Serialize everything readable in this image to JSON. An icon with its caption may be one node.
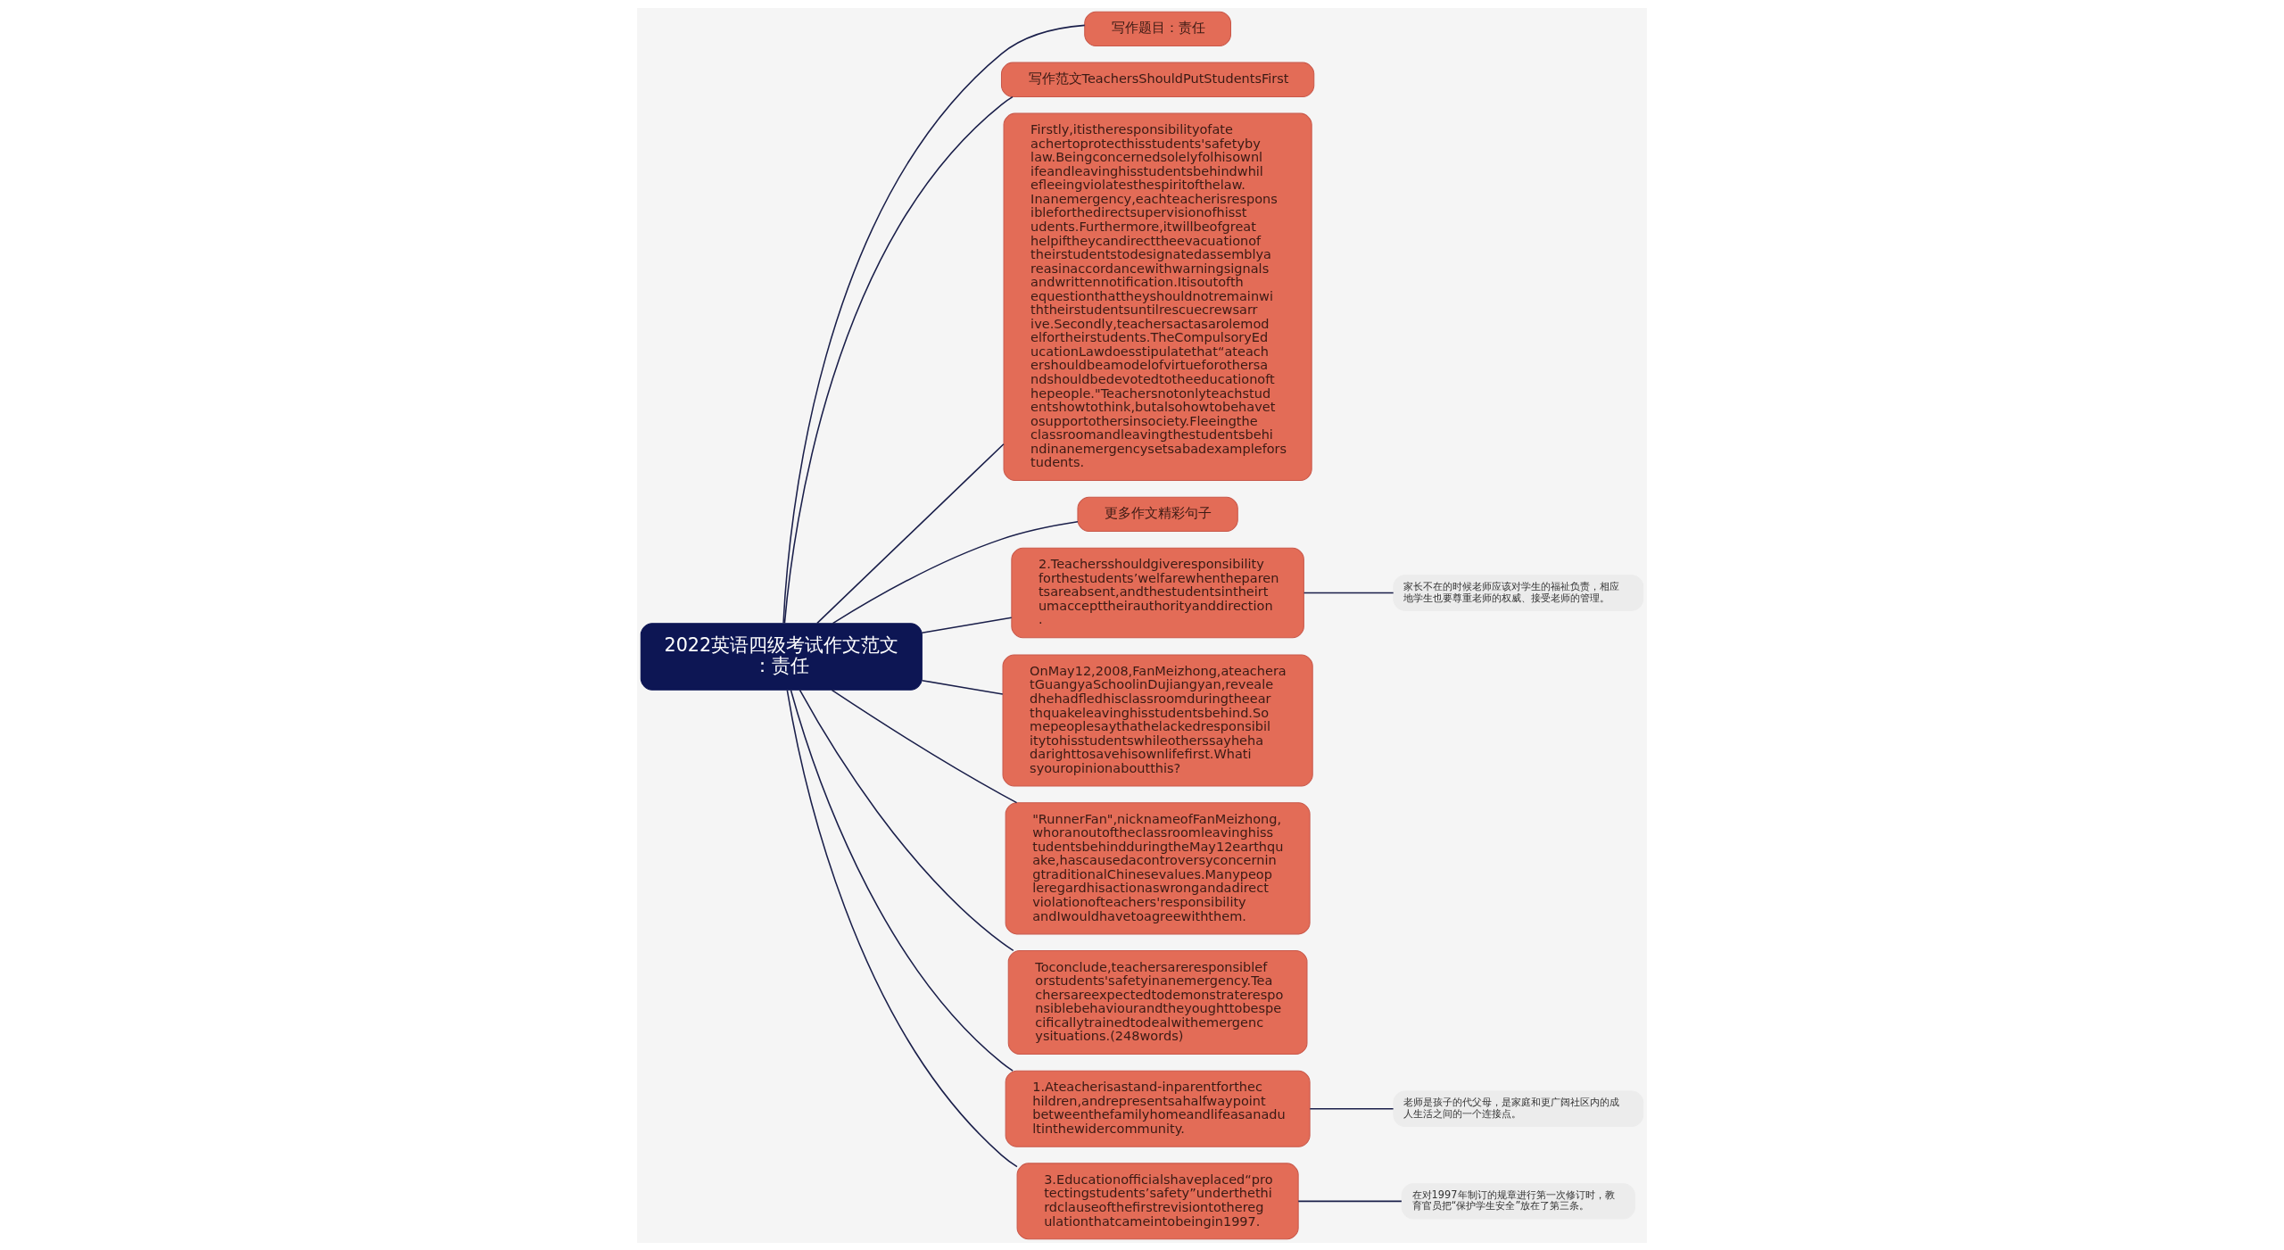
{
  "diagram": {
    "nodes": [
      {
        "text": [
          "2022英语四级考试作文范文：责任"
        ]
      },
      {
        "text": [
          "写作题目：责任"
        ]
      },
      {
        "text": [
          "写作范文TeachersShouldPutStudentsFirst"
        ]
      },
      {
        "text": [
          "Firstly,itistheresponsibilityofateachertoprotecthisstudents'safetybylaw.Beingconcernedsolelyfolhisownlifeandleavinghisstudentsbehindwhilefleeingviolatesthespiritofthelaw.Inanemergency,eachteacherisresponsibleforthedirectsupervisionofhisstudents.Furthermore,itwillbeofgreathelpiftheycandirecttheevacuationoftheirstudentstodesignatedassemblyareasinaccordancewithwarningsignalsandwrittennotification.Itisoutofthequestionthattheyshouldnotremainwiththeirstudentsuntilrescuecrewsarrive.Secondly,teachersactasarolemodelfortheirstudents.TheCompulsoryEducationLawdoesstipulatethat“ateachershouldbeamodelofvirtueforothersandshouldbedevotedtotheeducationofthepeople.\"Teachersnotonlyteachstudentshowtothink,butalsohowtobehavetosupportothersinsociety.Fleeingtheclassroomandleavingthestudentsbehindinanemergencysetsabadexampleforstudents."
        ]
      },
      {
        "text": [
          "更多作文精彩句子"
        ]
      },
      {
        "text": [
          "2.Teachersshouldgiveresponsibilityforthestudents’welfarewhentheparentsareabsent,andthestudentsintheirtumaccepttheirauthorityanddirection."
        ]
      },
      {
        "text": [
          "家长不在的时候老师应该对学生的福祉负责，相应地学生也要尊重老师的权威、接受老师的管理。"
        ]
      },
      {
        "text": [
          "OnMay12,2008,FanMeizhong,ateacheratGuangyaSchoolinDujiangyan,revealedhehadfledhisclassroomduringtheearthquakeleavinghisstudentsbehind.Somepeoplesaythathelackedresponsibilitytohisstudentswhileotherssayhehadarighttosavehisownlifefirst.Whatisyouropinionaboutthis?"
        ]
      },
      {
        "text": [
          "\"RunnerFan\",nicknameofFanMeizhong,whoranoutoftheclassroomleavinghisstudentsbehindduringtheMay12earthquake,hascausedacontroversyconcerningtraditionalChinesevalues.Manypeopleregardhisactionaswrongandadirectviolationofteachers'responsibilityandIwouldhavetoagreewiththem."
        ]
      },
      {
        "text": [
          "Toconclude,teachersareresponsibleforstudents'safetyinanemergency.Teachersareexpectedtodemonstrateresponsiblebehaviourandtheyoughttobespecificallytrainedtodealwithemergencysituations.(248words)"
        ]
      },
      {
        "text": [
          "1.Ateacherisastand-inparentforthechildren,andrepresentsahalfwaypointbetweenthefamilyhomeandlifeasanadultinthewidercommunity."
        ]
      },
      {
        "text": [
          "老师是孩子的代父母，是家庭和更广阔社区内的成人生活之间的一个连接点。"
        ]
      },
      {
        "text": [
          "3.Educationofficialshaveplaced“protectingstudents’safety”underthethirdclauseofthefirstrevisiontotheregulationthatcameintobeingin1997."
        ]
      },
      {
        "text": [
          "在对1997年制订的规章进行第一次修订时，教育官员把“保护学生安全”放在了第三条。"
        ]
      }
    ],
    "edges": [
      {
        "from": 0,
        "to": 1,
        "arrow": "none"
      },
      {
        "from": 0,
        "to": 2,
        "arrow": "none"
      },
      {
        "from": 0,
        "to": 3,
        "arrow": "none"
      },
      {
        "from": 0,
        "to": 4,
        "arrow": "none"
      },
      {
        "from": 0,
        "to": 5,
        "arrow": "none"
      },
      {
        "from": 5,
        "to": 6,
        "arrow": "none"
      },
      {
        "from": 0,
        "to": 7,
        "arrow": "none"
      },
      {
        "from": 0,
        "to": 8,
        "arrow": "none"
      },
      {
        "from": 0,
        "to": 9,
        "arrow": "none"
      },
      {
        "from": 0,
        "to": 10,
        "arrow": "none"
      },
      {
        "from": 10,
        "to": 11,
        "arrow": "none"
      },
      {
        "from": 0,
        "to": 12,
        "arrow": "none"
      },
      {
        "from": 12,
        "to": 13,
        "arrow": "none"
      }
    ]
  }
}
